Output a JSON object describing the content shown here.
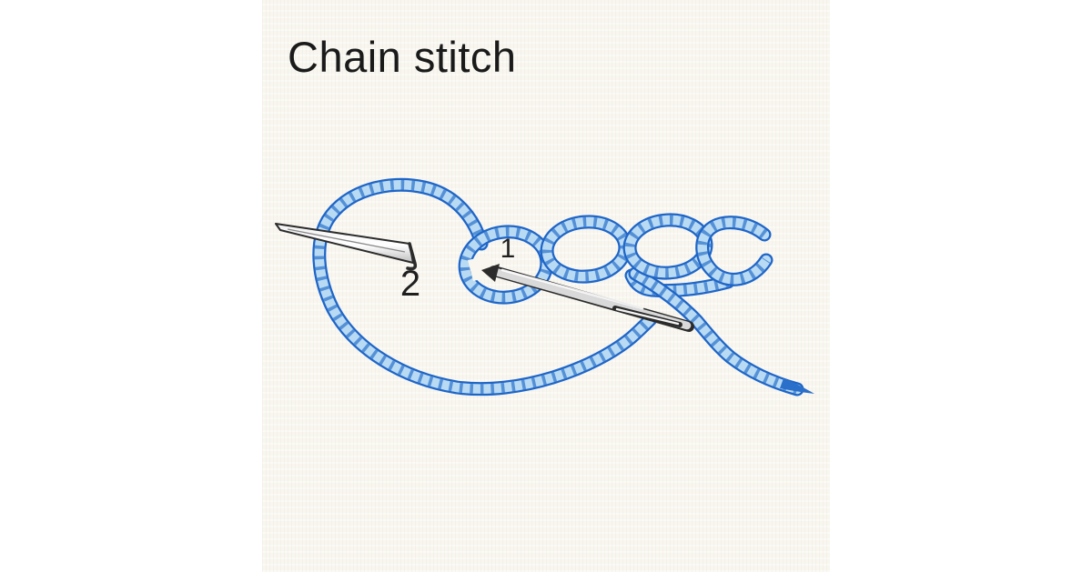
{
  "title": "Chain stitch",
  "labels": {
    "point1": "1",
    "point2": "2"
  },
  "colors": {
    "page_background": "#ffffff",
    "panel_background": "#f8f6ef",
    "thread_outline": "#1e65c8",
    "thread_fill": "#b9daf3",
    "thread_hatch": "#2e74cb",
    "needle_outline": "#2b2b2b",
    "needle_fill": "#d9d9d9",
    "label_color": "#1f1f1f",
    "title_color": "#1a1a1a"
  }
}
